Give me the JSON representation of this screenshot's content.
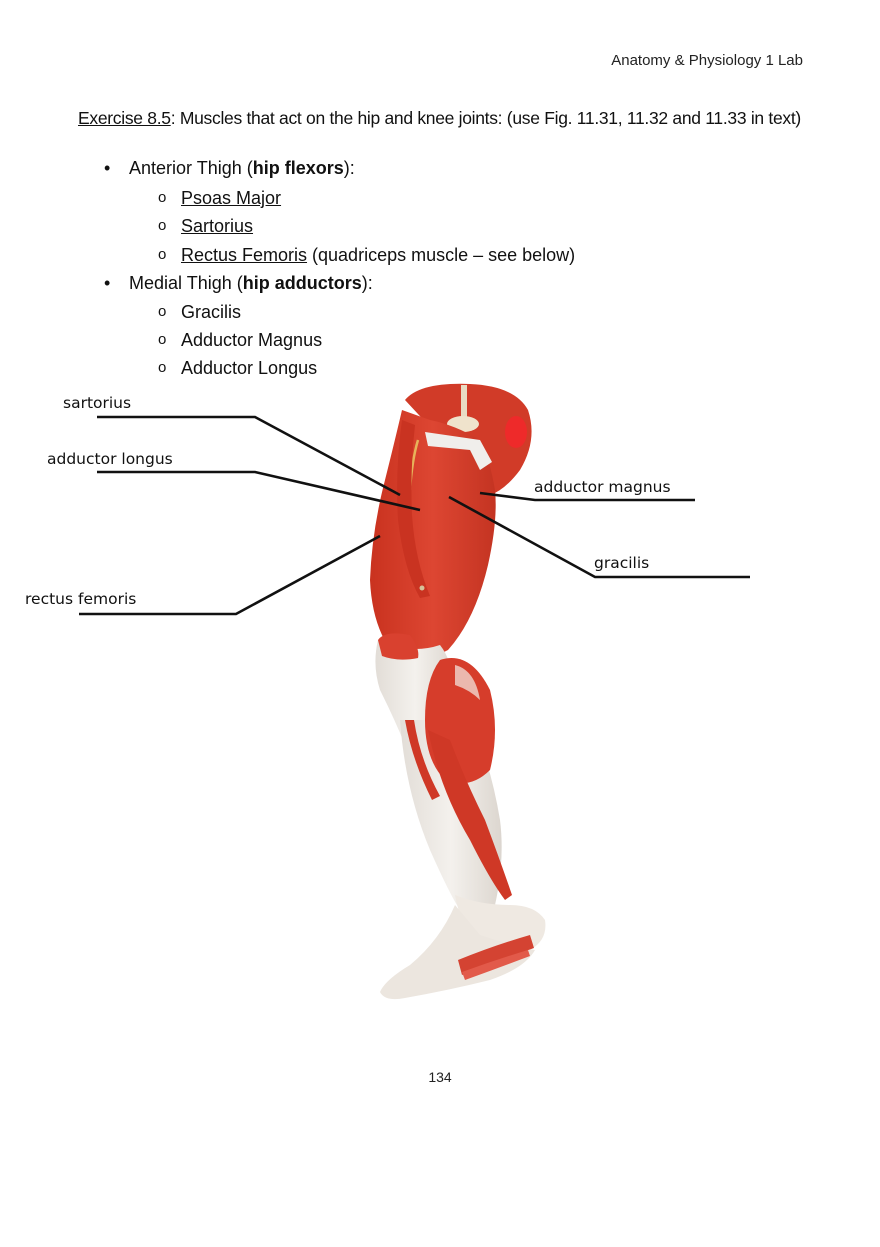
{
  "header": {
    "running_title": "Anatomy & Physiology 1 Lab"
  },
  "exercise": {
    "number_label": "Exercise 8.5",
    "title_rest": ":  Muscles that act on the hip and knee joints: (use Fig. 11.31, 11.32 and 11.33 in text)"
  },
  "outline": {
    "groups": [
      {
        "label_prefix": "Anterior Thigh (",
        "label_bold": "hip flexors",
        "label_suffix": "):",
        "items": [
          {
            "name": "Psoas Major",
            "underlined": true,
            "note": ""
          },
          {
            "name": "Sartorius",
            "underlined": true,
            "note": ""
          },
          {
            "name": "Rectus Femoris",
            "underlined": true,
            "note": " (quadriceps muscle – see below)"
          }
        ]
      },
      {
        "label_prefix": "Medial Thigh (",
        "label_bold": "hip adductors",
        "label_suffix": "):",
        "items": [
          {
            "name": "Gracilis",
            "underlined": false,
            "note": ""
          },
          {
            "name": "Adductor Magnus",
            "underlined": false,
            "note": ""
          },
          {
            "name": "Adductor Longus",
            "underlined": false,
            "note": ""
          }
        ]
      }
    ],
    "bullet_symbol": "•",
    "sub_bullet_symbol": "o"
  },
  "figure": {
    "description": "Anatomical model of right leg, medial view, showing thigh and leg muscles",
    "labels": {
      "sartorius": "sartorius",
      "adductor_longus": "adductor longus",
      "rectus_femoris": "rectus femoris",
      "adductor_magnus": "adductor magnus",
      "gracilis": "gracilis"
    },
    "colors": {
      "muscle": "#d9412f",
      "muscle_dark": "#b8301f",
      "tendon": "#ece8e3",
      "leader_line": "#111111"
    }
  },
  "footer": {
    "page_number": "134"
  }
}
